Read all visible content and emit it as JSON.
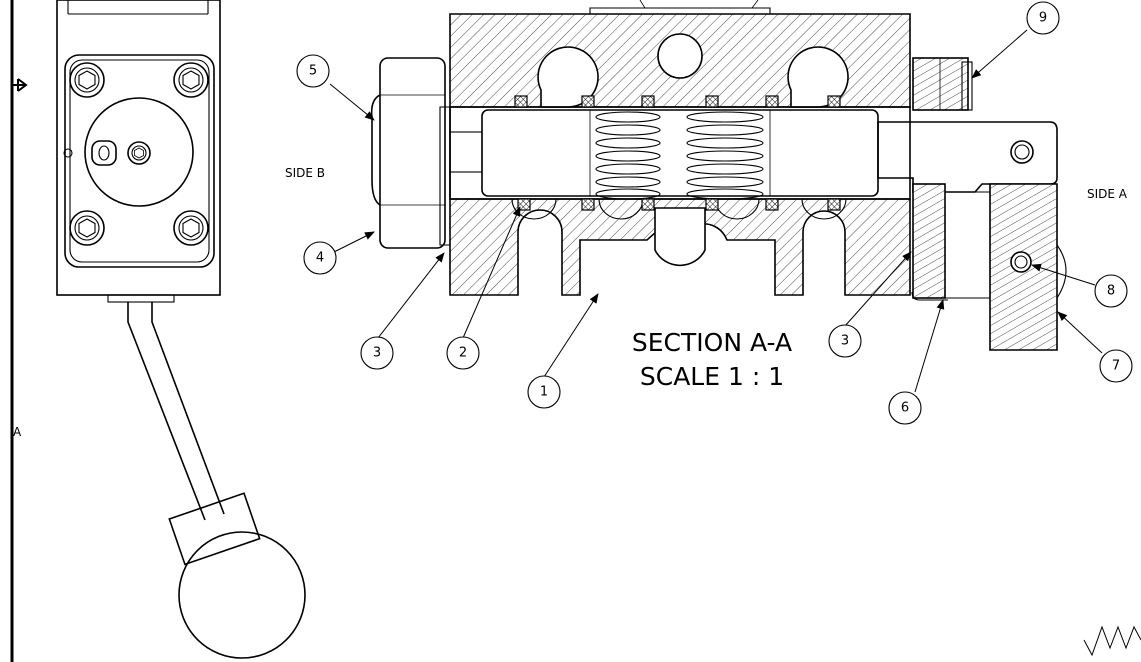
{
  "section_title": "SECTION A-A",
  "section_scale": "SCALE 1 : 1",
  "side_b_label": "SIDE B",
  "side_a_label": "SIDE A",
  "margin_zone_label": "A",
  "balloons": [
    {
      "label": "1"
    },
    {
      "label": "2"
    },
    {
      "label": "3"
    },
    {
      "label": "4"
    },
    {
      "label": "5"
    },
    {
      "label": "3"
    },
    {
      "label": "6"
    },
    {
      "label": "7"
    },
    {
      "label": "8"
    },
    {
      "label": "9"
    }
  ]
}
